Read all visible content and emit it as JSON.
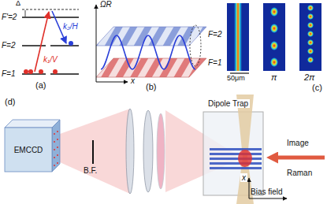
{
  "diagram": {
    "nodes": [
      {
        "text": [
          "EMCCD"
        ]
      }
    ],
    "labels": [
      "(a)",
      "F'=2",
      "Δ",
      "F=2",
      "F=1",
      "k₂/H",
      "k₁/V",
      "(b)",
      "ΩR",
      "F=2",
      "F=1",
      "x",
      "(c)",
      "50μm",
      "π",
      "2π",
      "(d)",
      "B.F.",
      "Dipole Trap",
      "Image",
      "Raman",
      "Bias field",
      "x"
    ]
  }
}
